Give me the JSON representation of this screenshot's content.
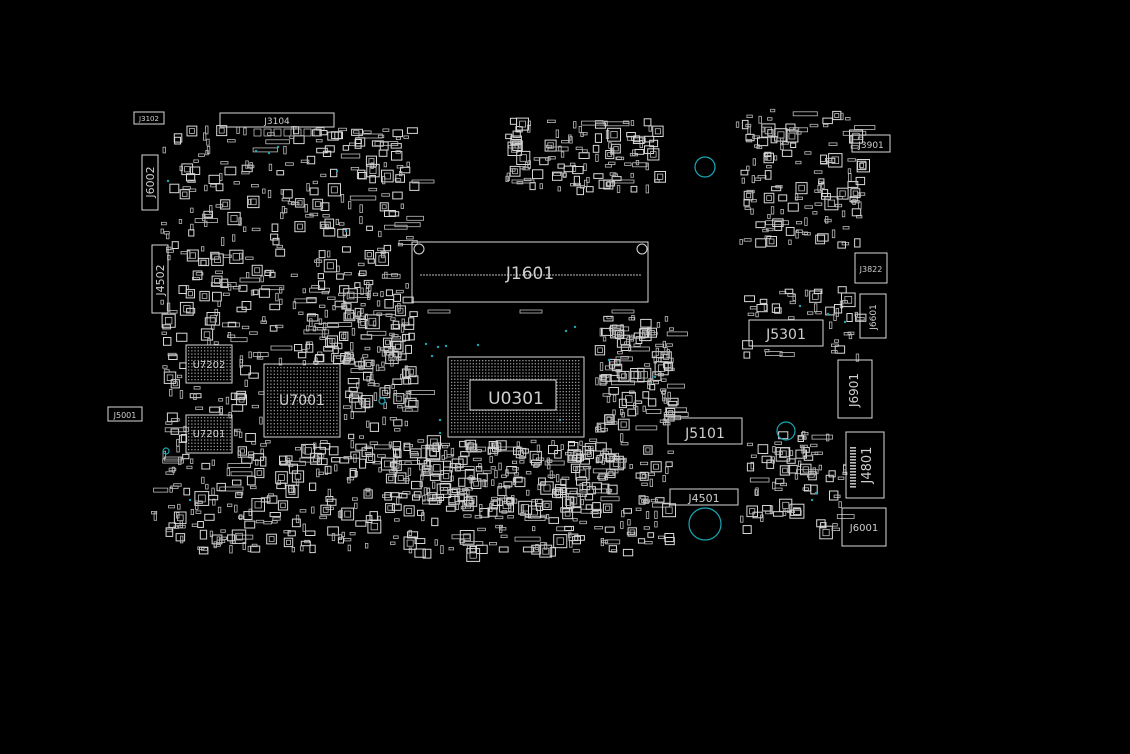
{
  "board": {
    "background": "#000000",
    "outline_color": "#d8d8d8",
    "via_color": "#1aa6b7",
    "labels": {
      "J3102": "J3102",
      "J3104": "J3104",
      "J6002": "J6002",
      "J4502": "J4502",
      "J5001": "J5001",
      "U7202": "U7202",
      "U7201": "U7201",
      "U7001": "U7001",
      "J1601": "J1601",
      "U0301": "U0301",
      "J5101": "J5101",
      "J4501": "J4501",
      "J5301": "J5301",
      "J3901": "J3901",
      "J3822": "J3822",
      "J6601": "J6601",
      "J6901": "J6901",
      "J4801": "J4801",
      "J6001": "J6001"
    }
  }
}
